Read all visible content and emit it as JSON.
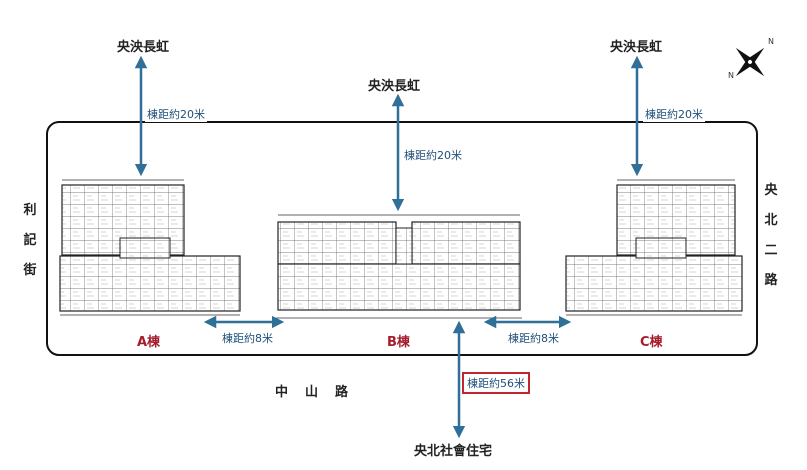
{
  "labels": {
    "top_left": "央泱長虹",
    "top_center": "央泱長虹",
    "top_right": "央泱長虹",
    "left_street": [
      "利",
      "記",
      "街"
    ],
    "right_street": [
      "央",
      "北",
      "二",
      "路"
    ],
    "bottom_road": "中　山　路",
    "bottom_center": "央北社會住宅"
  },
  "distances": {
    "top_left": "棟距約20米",
    "top_center": "棟距約20米",
    "top_right": "棟距約20米",
    "ab": "棟距約8米",
    "bc": "棟距約8米",
    "bottom": "棟距約56米"
  },
  "buildings": {
    "a": "A棟",
    "b": "B棟",
    "c": "C棟"
  },
  "colors": {
    "arrow": "#2f6f98",
    "building_label": "#a51d2d",
    "highlight_border": "#c0262f"
  },
  "icons": {
    "compass": "north-compass-icon"
  }
}
